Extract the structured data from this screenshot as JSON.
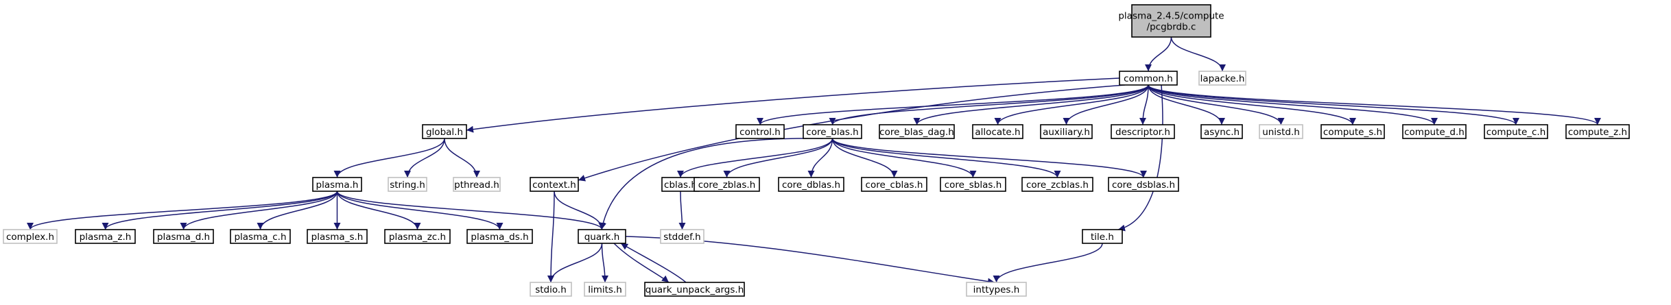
{
  "colors": {
    "edge": "#191970",
    "root_fill": "#bfbfbf",
    "root_stroke": "#000000",
    "normal_stroke": "#000000",
    "external_stroke": "#bfbfbf",
    "node_fill": "#ffffff"
  },
  "nodes": [
    {
      "id": "pcgbrdb",
      "lines": [
        "plasma_2.4.5/compute",
        "/pcgbrdb.c"
      ],
      "kind": "root"
    },
    {
      "id": "common",
      "lines": [
        "common.h"
      ],
      "kind": "normal"
    },
    {
      "id": "lapacke",
      "lines": [
        "lapacke.h"
      ],
      "kind": "external"
    },
    {
      "id": "global",
      "lines": [
        "global.h"
      ],
      "kind": "normal"
    },
    {
      "id": "control",
      "lines": [
        "control.h"
      ],
      "kind": "normal"
    },
    {
      "id": "core_blas",
      "lines": [
        "core_blas.h"
      ],
      "kind": "normal"
    },
    {
      "id": "core_blas_dag",
      "lines": [
        "core_blas_dag.h"
      ],
      "kind": "normal"
    },
    {
      "id": "allocate",
      "lines": [
        "allocate.h"
      ],
      "kind": "normal"
    },
    {
      "id": "auxiliary",
      "lines": [
        "auxiliary.h"
      ],
      "kind": "normal"
    },
    {
      "id": "descriptor",
      "lines": [
        "descriptor.h"
      ],
      "kind": "normal"
    },
    {
      "id": "async",
      "lines": [
        "async.h"
      ],
      "kind": "normal"
    },
    {
      "id": "unistd",
      "lines": [
        "unistd.h"
      ],
      "kind": "external"
    },
    {
      "id": "compute_s",
      "lines": [
        "compute_s.h"
      ],
      "kind": "normal"
    },
    {
      "id": "compute_d",
      "lines": [
        "compute_d.h"
      ],
      "kind": "normal"
    },
    {
      "id": "compute_c",
      "lines": [
        "compute_c.h"
      ],
      "kind": "normal"
    },
    {
      "id": "compute_z",
      "lines": [
        "compute_z.h"
      ],
      "kind": "normal"
    },
    {
      "id": "plasma",
      "lines": [
        "plasma.h"
      ],
      "kind": "normal"
    },
    {
      "id": "string",
      "lines": [
        "string.h"
      ],
      "kind": "external"
    },
    {
      "id": "pthread",
      "lines": [
        "pthread.h"
      ],
      "kind": "external"
    },
    {
      "id": "context",
      "lines": [
        "context.h"
      ],
      "kind": "normal"
    },
    {
      "id": "cblas",
      "lines": [
        "cblas.h"
      ],
      "kind": "normal"
    },
    {
      "id": "core_zblas",
      "lines": [
        "core_zblas.h"
      ],
      "kind": "normal"
    },
    {
      "id": "core_dblas",
      "lines": [
        "core_dblas.h"
      ],
      "kind": "normal"
    },
    {
      "id": "core_cblas",
      "lines": [
        "core_cblas.h"
      ],
      "kind": "normal"
    },
    {
      "id": "core_sblas",
      "lines": [
        "core_sblas.h"
      ],
      "kind": "normal"
    },
    {
      "id": "core_zcblas",
      "lines": [
        "core_zcblas.h"
      ],
      "kind": "normal"
    },
    {
      "id": "core_dsblas",
      "lines": [
        "core_dsblas.h"
      ],
      "kind": "normal"
    },
    {
      "id": "stddef",
      "lines": [
        "stddef.h"
      ],
      "kind": "external"
    },
    {
      "id": "complex",
      "lines": [
        "complex.h"
      ],
      "kind": "external"
    },
    {
      "id": "plasma_z",
      "lines": [
        "plasma_z.h"
      ],
      "kind": "normal"
    },
    {
      "id": "plasma_d",
      "lines": [
        "plasma_d.h"
      ],
      "kind": "normal"
    },
    {
      "id": "plasma_c",
      "lines": [
        "plasma_c.h"
      ],
      "kind": "normal"
    },
    {
      "id": "plasma_s",
      "lines": [
        "plasma_s.h"
      ],
      "kind": "normal"
    },
    {
      "id": "plasma_zc",
      "lines": [
        "plasma_zc.h"
      ],
      "kind": "normal"
    },
    {
      "id": "plasma_ds",
      "lines": [
        "plasma_ds.h"
      ],
      "kind": "normal"
    },
    {
      "id": "quark",
      "lines": [
        "quark.h"
      ],
      "kind": "normal"
    },
    {
      "id": "tile",
      "lines": [
        "tile.h"
      ],
      "kind": "normal"
    },
    {
      "id": "stdio",
      "lines": [
        "stdio.h"
      ],
      "kind": "external"
    },
    {
      "id": "limits",
      "lines": [
        "limits.h"
      ],
      "kind": "external"
    },
    {
      "id": "quark_unpack_args",
      "lines": [
        "quark_unpack_args.h"
      ],
      "kind": "normal"
    },
    {
      "id": "inttypes",
      "lines": [
        "inttypes.h"
      ],
      "kind": "external"
    }
  ],
  "edges": [
    [
      "pcgbrdb",
      "common"
    ],
    [
      "pcgbrdb",
      "lapacke"
    ],
    [
      "common",
      "global"
    ],
    [
      "common",
      "control"
    ],
    [
      "common",
      "core_blas"
    ],
    [
      "common",
      "core_blas_dag"
    ],
    [
      "common",
      "allocate"
    ],
    [
      "common",
      "auxiliary"
    ],
    [
      "common",
      "descriptor"
    ],
    [
      "common",
      "async"
    ],
    [
      "common",
      "unistd"
    ],
    [
      "common",
      "compute_s"
    ],
    [
      "common",
      "compute_d"
    ],
    [
      "common",
      "compute_c"
    ],
    [
      "common",
      "compute_z"
    ],
    [
      "common",
      "context"
    ],
    [
      "common",
      "tile"
    ],
    [
      "global",
      "plasma"
    ],
    [
      "global",
      "string"
    ],
    [
      "global",
      "pthread"
    ],
    [
      "plasma",
      "complex"
    ],
    [
      "plasma",
      "plasma_z"
    ],
    [
      "plasma",
      "plasma_d"
    ],
    [
      "plasma",
      "plasma_c"
    ],
    [
      "plasma",
      "plasma_s"
    ],
    [
      "plasma",
      "plasma_zc"
    ],
    [
      "plasma",
      "plasma_ds"
    ],
    [
      "plasma",
      "quark"
    ],
    [
      "core_blas",
      "cblas"
    ],
    [
      "core_blas",
      "core_zblas"
    ],
    [
      "core_blas",
      "core_dblas"
    ],
    [
      "core_blas",
      "core_cblas"
    ],
    [
      "core_blas",
      "core_sblas"
    ],
    [
      "core_blas",
      "core_zcblas"
    ],
    [
      "core_blas",
      "core_dsblas"
    ],
    [
      "core_blas",
      "quark"
    ],
    [
      "cblas",
      "stddef"
    ],
    [
      "context",
      "quark"
    ],
    [
      "context",
      "stdio"
    ],
    [
      "quark",
      "stdio"
    ],
    [
      "quark",
      "limits"
    ],
    [
      "quark",
      "quark_unpack_args"
    ],
    [
      "quark",
      "inttypes"
    ],
    [
      "quark_unpack_args",
      "quark"
    ],
    [
      "tile",
      "inttypes"
    ]
  ]
}
